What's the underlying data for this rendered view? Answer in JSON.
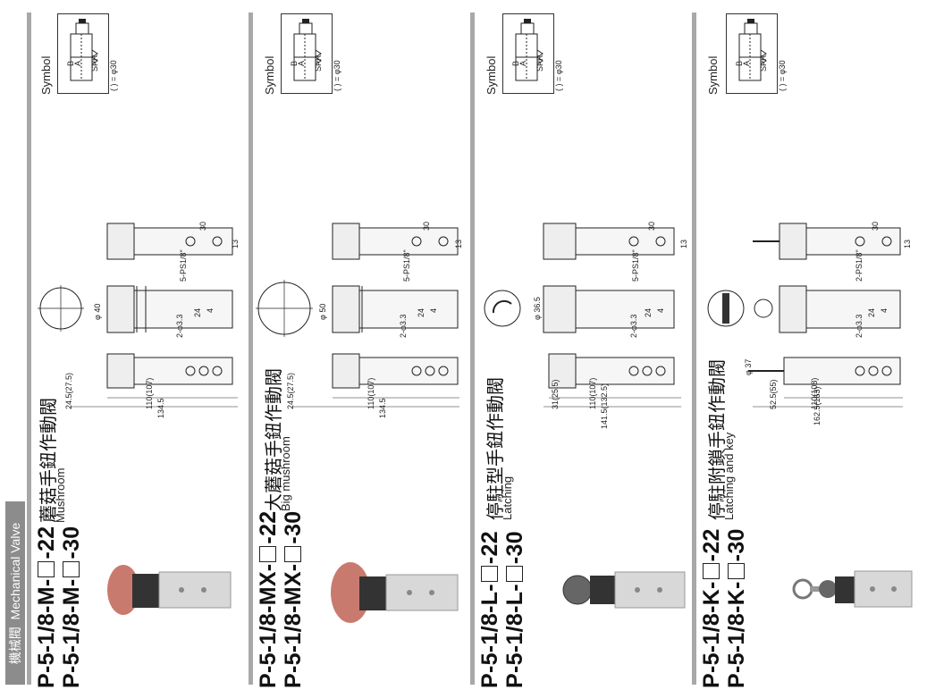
{
  "category": {
    "zh": "機械閥",
    "en": "Mechanical Valve"
  },
  "symbol_label": "Symbol",
  "symbol_note": "( ) = φ30",
  "port_labels": {
    "b": "B",
    "a": "A",
    "spr": "SPR"
  },
  "products": [
    {
      "model_22_pre": "P-5-1/8-M-",
      "model_30_pre": "P-5-1/8-M-",
      "suffix_22": "-22",
      "suffix_30": "-30",
      "name_zh": "蘑菇手鈕作動閥",
      "name_en": "Mushroom",
      "dims": {
        "overall": "134.5",
        "body": "110(107)",
        "head": "24.5(27.5)",
        "dia": "φ 40",
        "hole": "2-φ3.3",
        "port": "5-PS1/8\"",
        "d24": "24",
        "d30": "30",
        "d4": "4",
        "d13": "13"
      }
    },
    {
      "model_22_pre": "P-5-1/8-MX-",
      "model_30_pre": "P-5-1/8-MX-",
      "suffix_22": "-22",
      "suffix_30": "-30",
      "name_zh": "大蘑菇手鈕作動閥",
      "name_en": "Big mushroom",
      "dims": {
        "overall": "134.5",
        "body": "110(107)",
        "head": "24.5(27.5)",
        "dia": "φ 50",
        "hole": "2-φ3.3",
        "port": "5-PS1/8\"",
        "d24": "24",
        "d30": "30",
        "d4": "4",
        "d13": "13"
      }
    },
    {
      "model_22_pre": "P-5-1/8-L-",
      "model_30_pre": "P-5-1/8-L-",
      "suffix_22": "-22",
      "suffix_30": "-30",
      "name_zh": "停駐型手鈕作動閥",
      "name_en": "Latching",
      "dims": {
        "overall": "141.5(132.5)",
        "body": "110(107)",
        "head": "31(25.5)",
        "dia": "φ 36.5",
        "hole": "2-φ3.3",
        "port": "5-PS1/8\"",
        "d24": "24",
        "d30": "30",
        "d4": "4",
        "d13": "13"
      }
    },
    {
      "model_22_pre": "P-5-1/8-K-",
      "model_30_pre": "P-5-1/8-K-",
      "suffix_22": "-22",
      "suffix_30": "-30",
      "name_zh": "停駐附鎖手鈕作動閥",
      "name_en": "Latching and key",
      "dims": {
        "overall": "162.5(163)",
        "body": "110(108)",
        "head": "52.5(55)",
        "dia": "φ 37",
        "hole": "2-φ3.3",
        "port": "2-PS1/8\"",
        "d24": "24",
        "d30": "30",
        "d4": "4",
        "d13": "13"
      }
    }
  ]
}
